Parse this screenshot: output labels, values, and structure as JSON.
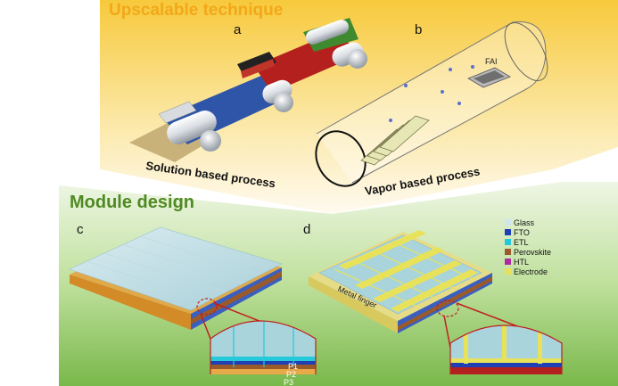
{
  "upscalable": {
    "title": "Upscalable technique",
    "label_a": "a",
    "label_b": "b",
    "solution_caption": "Solution based process",
    "vapor_caption": "Vapor based process",
    "fai_label": "FAI"
  },
  "module": {
    "title": "Module design",
    "label_c": "c",
    "label_d": "d",
    "metal_finger": "Metal finger",
    "p1": "P1",
    "p2": "P2",
    "p3": "P3"
  },
  "legend": [
    {
      "label": "Glass",
      "color": "#cfe6ec"
    },
    {
      "label": "FTO",
      "color": "#1f3fb5"
    },
    {
      "label": "ETL",
      "color": "#26c9d9"
    },
    {
      "label": "Perovskite",
      "color": "#9a5a2a"
    },
    {
      "label": "HTL",
      "color": "#b02aa0"
    },
    {
      "label": "Electrode",
      "color": "#e8e25a"
    }
  ],
  "colors": {
    "top_band": "#f6cb3d",
    "module_band": "#8fc45a",
    "title_top": "#f2a819",
    "title_module": "#4f8a23"
  }
}
